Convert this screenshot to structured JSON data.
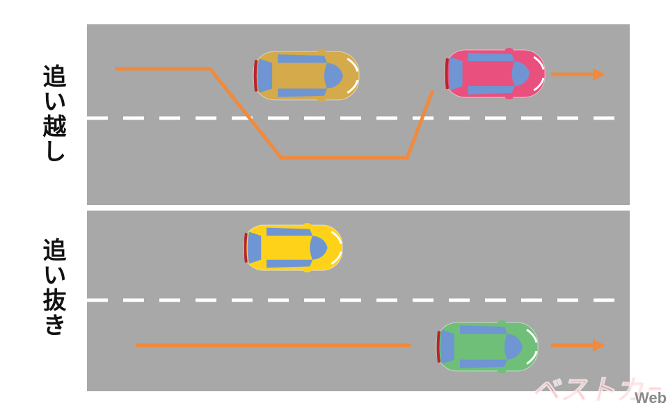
{
  "labels": {
    "overtaking": "追い越し",
    "passing": "追い抜き"
  },
  "watermark": {
    "logo": "ベストカー",
    "suffix": "Web"
  },
  "colors": {
    "road": "#a8a8a8",
    "lane_line": "#ffffff",
    "path": "#f08a3c",
    "car_gold": "#d4aa4a",
    "car_pink": "#e9507e",
    "car_yellow": "#ffd21a",
    "car_green": "#6fbf78",
    "glass": "#6f95d3"
  }
}
